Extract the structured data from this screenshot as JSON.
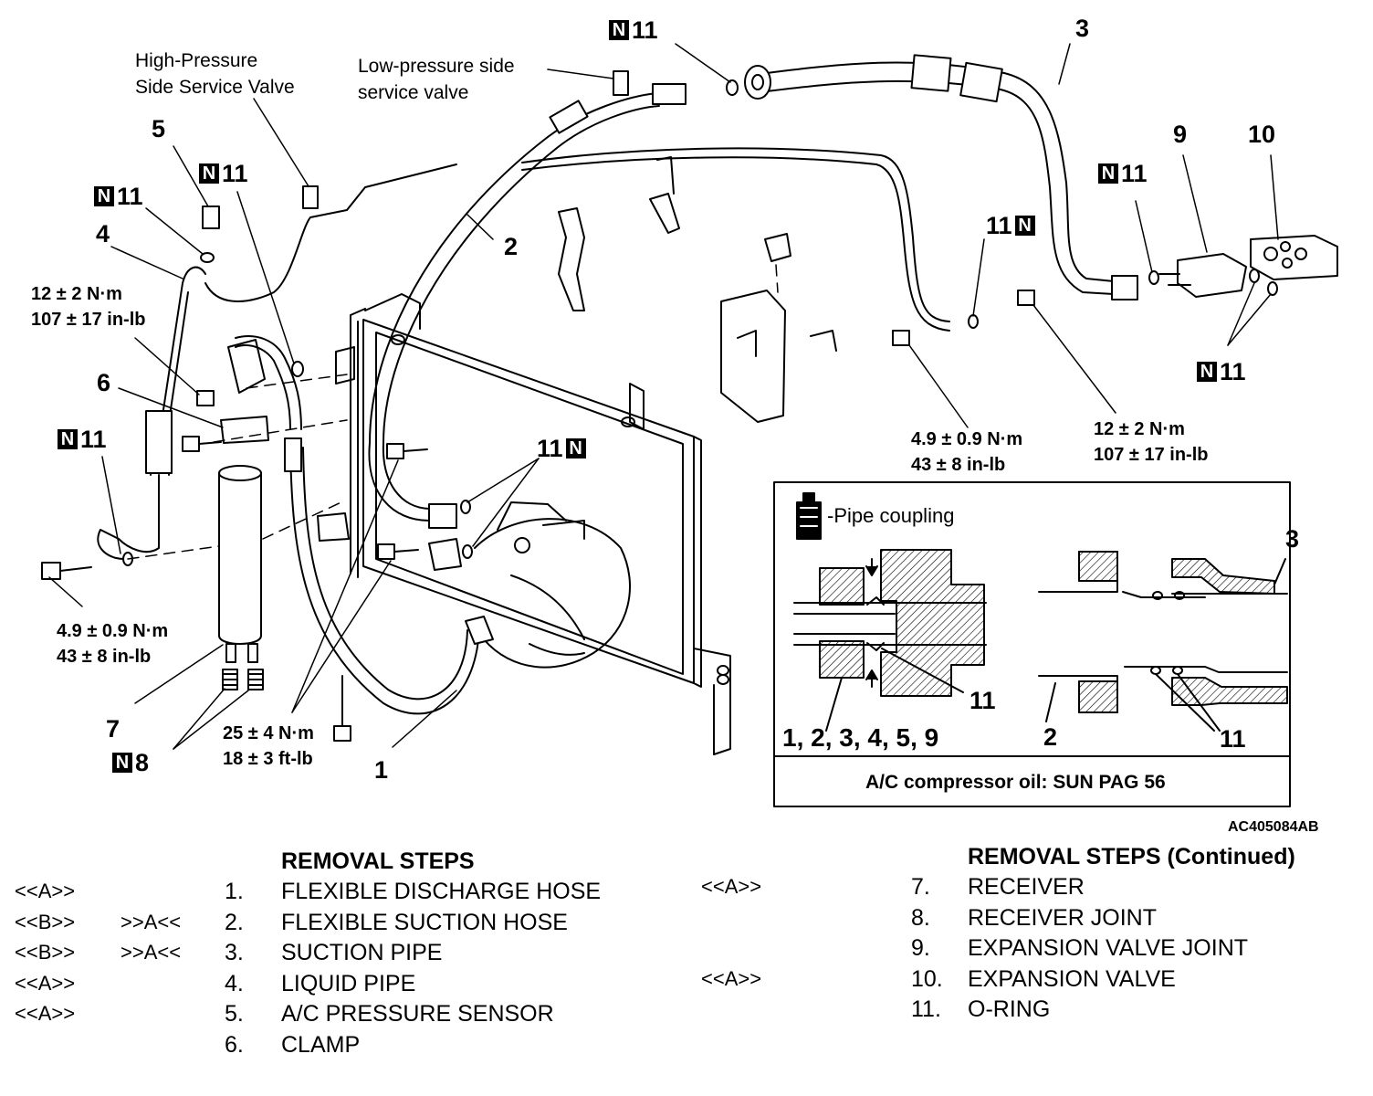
{
  "figure": {
    "callouts": {
      "high_pressure_valve": [
        "High-Pressure",
        "Side Service Valve"
      ],
      "low_pressure_valve": [
        "Low-pressure side",
        "service valve"
      ]
    },
    "badge": "N",
    "part_labels": {
      "n1": "1",
      "n2": "2",
      "n3": "3",
      "n4": "4",
      "n5": "5",
      "n6": "6",
      "n7": "7",
      "n8": "8",
      "n9": "9",
      "n10": "10",
      "n11": "11"
    },
    "torques": {
      "t_12_2": [
        "12 ± 2 N·m",
        "107 ± 17 in-lb"
      ],
      "t_49": [
        "4.9 ± 0.9 N·m",
        "43 ± 8 in-lb"
      ],
      "t_25_4": [
        "25 ± 4 N·m",
        "18 ± 3 ft-lb"
      ]
    },
    "inset": {
      "pipe_coupling": "-Pipe coupling",
      "parts_list": "1, 2, 3, 4, 5, 9",
      "num_3": "3",
      "num_2": "2",
      "num_11": "11",
      "oil_note": "A/C compressor oil:  SUN PAG 56"
    },
    "figure_code": "AC405084AB"
  },
  "removal_steps": {
    "title": "REMOVAL STEPS",
    "title_continued": "REMOVAL STEPS (Continued)",
    "left": [
      {
        "ref1": "<<A>>",
        "ref2": "",
        "num": "1.",
        "text": "FLEXIBLE DISCHARGE HOSE"
      },
      {
        "ref1": "<<B>>",
        "ref2": ">>A<<",
        "num": "2.",
        "text": "FLEXIBLE SUCTION HOSE"
      },
      {
        "ref1": "<<B>>",
        "ref2": ">>A<<",
        "num": "3.",
        "text": "SUCTION PIPE"
      },
      {
        "ref1": "<<A>>",
        "ref2": "",
        "num": "4.",
        "text": "LIQUID PIPE"
      },
      {
        "ref1": "<<A>>",
        "ref2": "",
        "num": "5.",
        "text": "A/C PRESSURE SENSOR"
      },
      {
        "ref1": "",
        "ref2": "",
        "num": "6.",
        "text": "CLAMP"
      }
    ],
    "right": [
      {
        "ref1": "<<A>>",
        "num": "7.",
        "text": "RECEIVER"
      },
      {
        "ref1": "",
        "num": "8.",
        "text": "RECEIVER JOINT"
      },
      {
        "ref1": "",
        "num": "9.",
        "text": "EXPANSION VALVE JOINT"
      },
      {
        "ref1": "<<A>>",
        "num": "10.",
        "text": "EXPANSION VALVE"
      },
      {
        "ref1": "",
        "num": "11.",
        "text": "O-RING"
      }
    ]
  }
}
